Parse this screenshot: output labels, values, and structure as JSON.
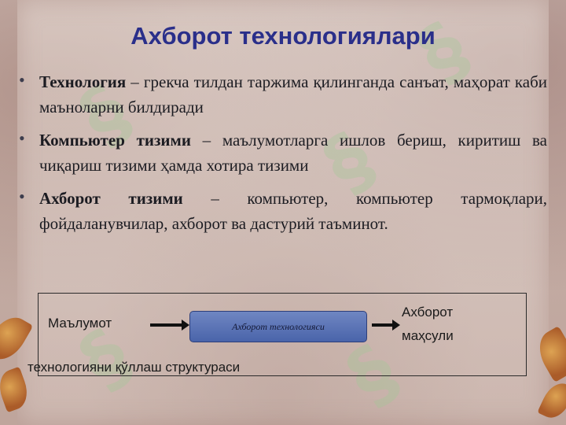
{
  "slide": {
    "title": "Ахборот технологиялари",
    "bullets": [
      {
        "term": "Технология",
        "text": " – грекча тилдан таржима қилинганда санъат, маҳорат каби маъноларни билдиради"
      },
      {
        "term": "Компьютер тизими",
        "text": " – маълумотларга ишлов бериш, киритиш ва чиқариш тизими ҳамда хотира тизими"
      },
      {
        "term": "Ахборот тизими",
        "text": " – компьютер, компьютер тармоқлари, фойдаланувчилар, ахборот ва дастурий таъминот."
      }
    ]
  },
  "diagram": {
    "input_label": "Маълумот",
    "process_label": "Ахборот технологияси",
    "output_label_line1": "Ахборот",
    "output_label_line2": "маҳсули",
    "caption": "технологияни қўллаш структураси"
  },
  "colors": {
    "title": "#2a2f8a",
    "process_box": "#5a72b6",
    "leaves": "#c0662a"
  }
}
